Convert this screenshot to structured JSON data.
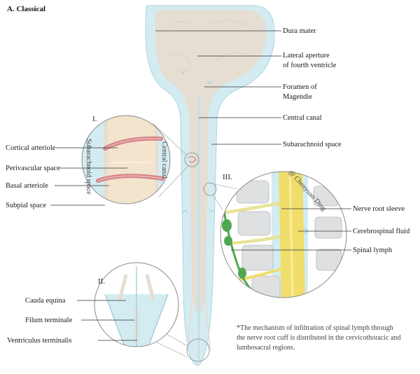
{
  "title": "A. Classical",
  "panels": {
    "i": "I.",
    "ii": "II.",
    "iii": "III."
  },
  "labels": {
    "dura_mater": "Dura mater",
    "lateral_aperture_1": "Lateral aperture",
    "lateral_aperture_2": "of fourth ventricle",
    "foramen_1": "Foramen of",
    "foramen_2": "Magendie",
    "central_canal": "Central canal",
    "subarachnoid_space": "Subarachnoid space",
    "cortical_arteriole": "Cortical arteriole",
    "perivascular_space": "Perivascular space",
    "basal_arteriole": "Basal arteriole",
    "subpial_space": "Subpial space",
    "nerve_root_sleeve": "Nerve root sleeve",
    "cerebrospinal_fluid": "Cerebrospinal fluid",
    "spinal_lymph": "Spinal lymph",
    "cauda_equina": "Cauda equina",
    "filum_terminale": "Filum terminale",
    "ventriculus_terminalis": "Ventriculus terminalis"
  },
  "inset_i": {
    "subarachnoid": "Subarachnoid space",
    "central_canal": "Central canal"
  },
  "watermark": "@ Chenyuan Ding",
  "note": [
    "*The mechanism of infiltration of spinal lymph through",
    "the nerve root cuff is distributed in the cervicothoracic and",
    "lumbosacral regions."
  ],
  "colors": {
    "csf": "#d3ecf2",
    "cord": "#e6ddd3",
    "arteriole": "#d6868a",
    "lymph": "#4fa84f",
    "nerve": "#f0dd6a",
    "bone": "#dfe0e2"
  }
}
